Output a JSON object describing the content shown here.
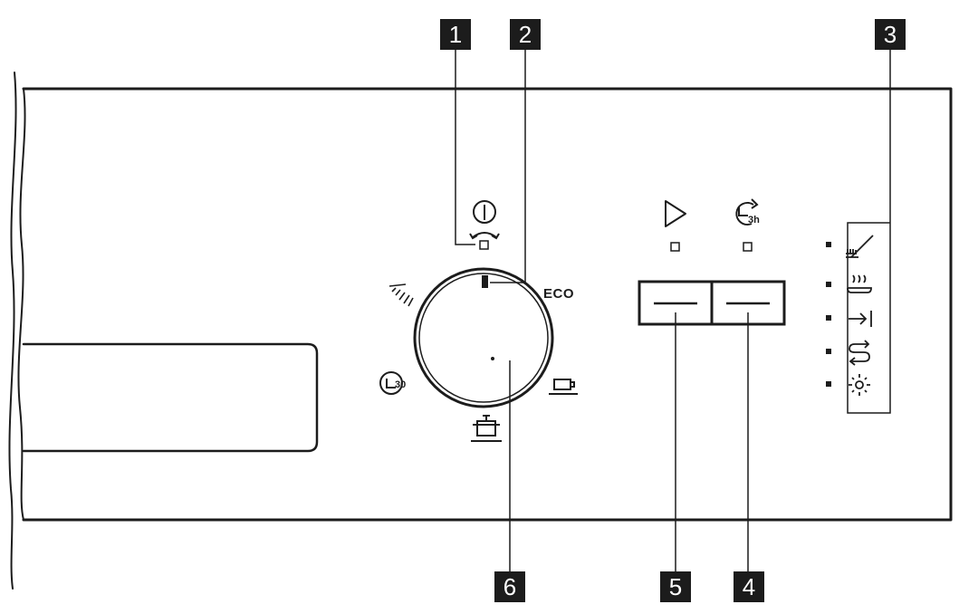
{
  "callouts": [
    "1",
    "2",
    "3",
    "4",
    "5",
    "6"
  ],
  "dial": {
    "eco_label": "ECO",
    "programs": [
      {
        "icon": "eco-marker-icon"
      },
      {
        "icon": "cup-icon"
      },
      {
        "icon": "pot-icon"
      },
      {
        "icon": "quick-30-icon"
      },
      {
        "icon": "prewash-spray-icon"
      }
    ]
  },
  "on_off": {
    "icon": "power-icon",
    "indicator": "on-off-indicator"
  },
  "buttons": [
    {
      "name": "start-button",
      "icon": "play-icon"
    },
    {
      "name": "delay-start-button",
      "icon": "delay-3h-icon"
    }
  ],
  "indicators": [
    {
      "icon": "end-wash-brush-icon"
    },
    {
      "icon": "drying-icon"
    },
    {
      "icon": "arrow-to-end-icon"
    },
    {
      "icon": "rinse-aid-icon"
    },
    {
      "icon": "salt-sun-icon"
    }
  ],
  "colors": {
    "line": "#1c1c1c",
    "background": "#ffffff"
  }
}
